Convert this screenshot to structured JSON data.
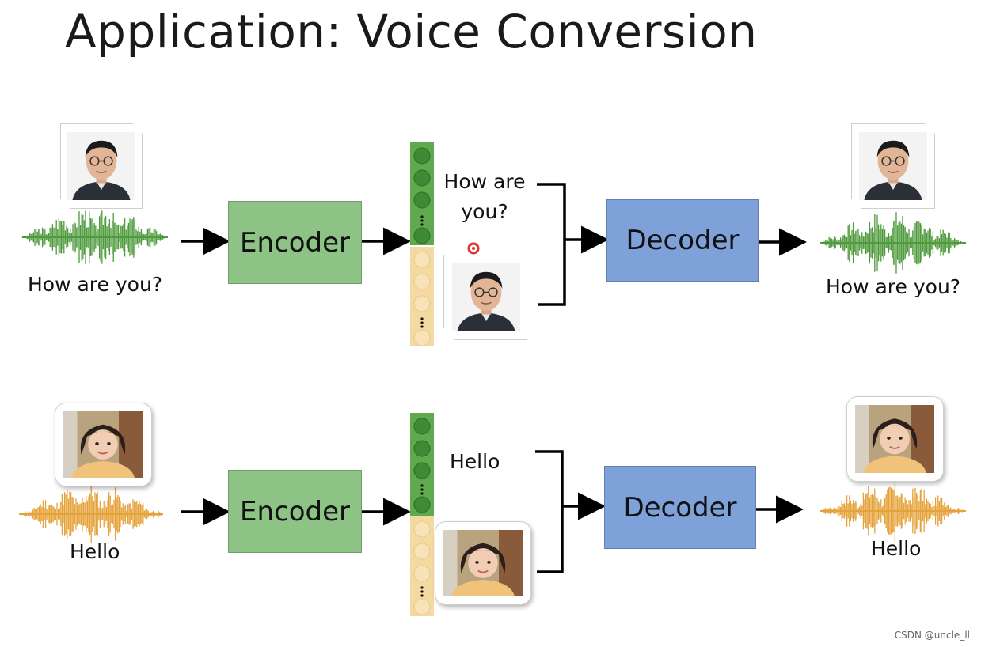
{
  "title": "Application: Voice Conversion",
  "watermark": "CSDN @uncle_ll",
  "rows": [
    {
      "input_text": "How are you?",
      "encoder_label": "Encoder",
      "content_text": "How are you?",
      "decoder_label": "Decoder",
      "output_text": "How are you?",
      "wave_color": "#4e9a3c",
      "speaker": "man"
    },
    {
      "input_text": "Hello",
      "encoder_label": "Encoder",
      "content_text": "Hello",
      "decoder_label": "Decoder",
      "output_text": "Hello",
      "wave_color": "#e5a23a",
      "speaker": "woman"
    }
  ],
  "colors": {
    "encoder": "#8dc486",
    "decoder": "#7fa1d9",
    "content_vector": "#5faa4f",
    "speaker_vector": "#f4d9a0",
    "pointer": "#e03030"
  }
}
